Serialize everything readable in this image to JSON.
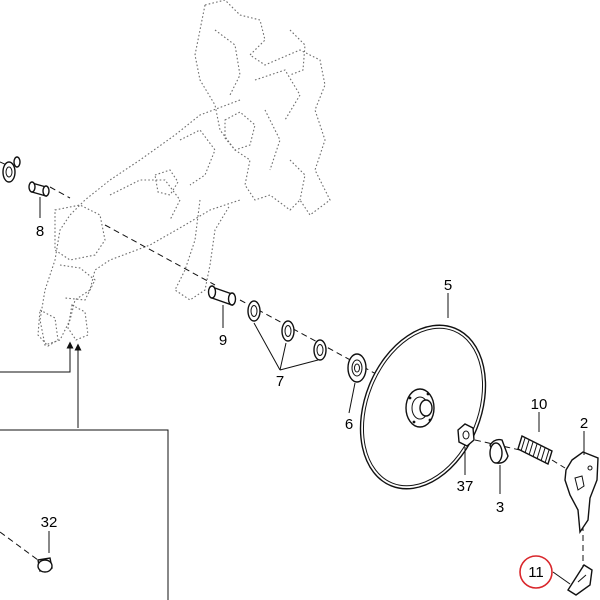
{
  "labels": {
    "p2": "2",
    "p3": "3",
    "p5": "5",
    "p6": "6",
    "p7": "7",
    "p8": "8",
    "p9": "9",
    "p10": "10",
    "p11": "11",
    "p32": "32",
    "p37": "37"
  },
  "colors": {
    "highlight_circle": "#d9262b",
    "ghost_outline": "#6d6d6d",
    "line": "#111111"
  }
}
